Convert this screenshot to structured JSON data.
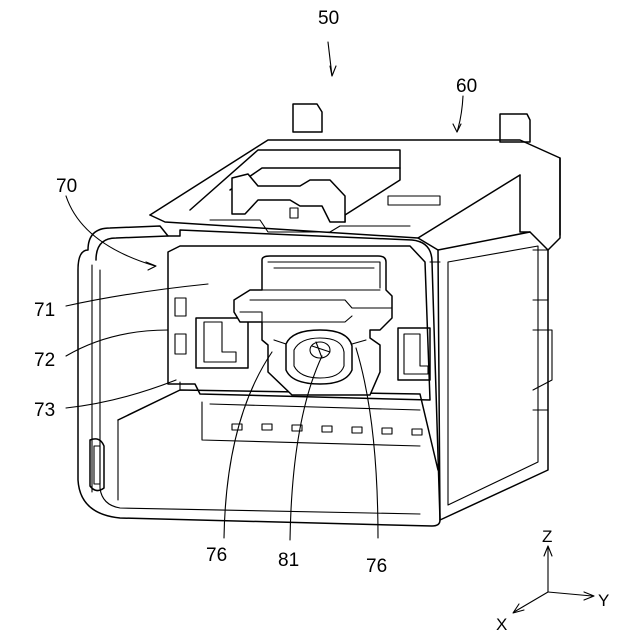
{
  "labels": {
    "assembly": "50",
    "housing": "60",
    "frame": "70",
    "wall_71": "71",
    "wall_72": "72",
    "wall_73": "73",
    "lock_left": "76",
    "terminal": "81",
    "lock_right": "76"
  },
  "axes": {
    "z": "Z",
    "y": "Y",
    "x": "X"
  }
}
